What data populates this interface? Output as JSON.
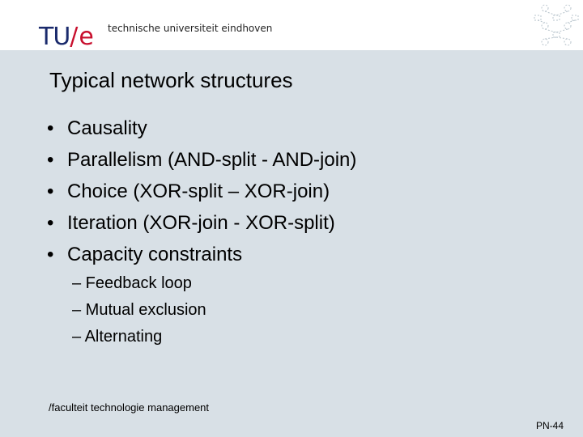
{
  "header": {
    "logo_main": "TU",
    "logo_slash": "/",
    "logo_e": "e",
    "university": "technische universiteit eindhoven",
    "decoration_icon": "petri-net-icon"
  },
  "slide": {
    "title": "Typical network structures",
    "bullet_glyph": "•",
    "bullets": [
      "Causality",
      "Parallelism (AND-split - AND-join)",
      "Choice (XOR-split – XOR-join)",
      "Iteration (XOR-join - XOR-split)",
      "Capacity constraints"
    ],
    "subbullets": [
      "– Feedback loop",
      "– Mutual exclusion",
      "– Alternating"
    ]
  },
  "footer": {
    "department": "/faculteit technologie management",
    "page_number": "PN-44"
  },
  "colors": {
    "content_bg": "#d8e0e6",
    "logo_blue": "#1a2a6c",
    "logo_red": "#c8102e"
  }
}
